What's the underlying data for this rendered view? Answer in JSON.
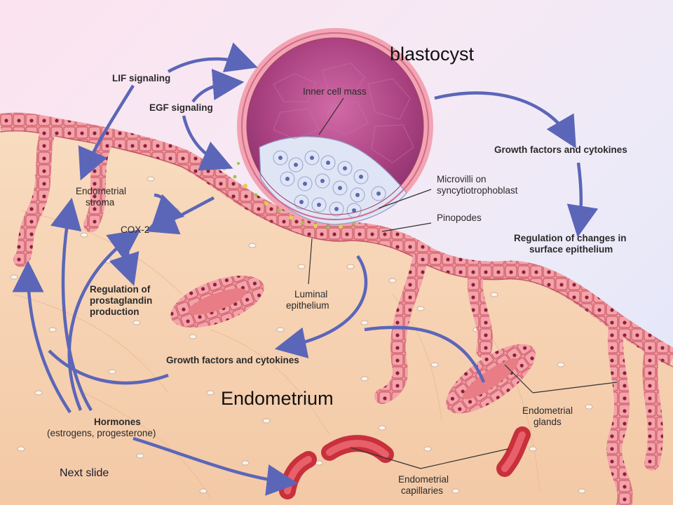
{
  "slide": {
    "title_blastocyst": "blastocyst",
    "title_endometrium": "Endometrium",
    "next_link": "Next slide"
  },
  "labels": {
    "lif": "LIF signaling",
    "egf": "EGF signaling",
    "inner_cell_mass": "Inner cell mass",
    "gf_top": "Growth factors and cytokines",
    "microvilli_1": "Microvilli on",
    "microvilli_2": "syncytiotrophoblast",
    "pinopodes": "Pinopodes",
    "reg_surface_1": "Regulation of changes in",
    "reg_surface_2": "surface epithelium",
    "endo_stroma_1": "Endometrial",
    "endo_stroma_2": "stroma",
    "cox2": "COX-2",
    "reg_prost_1": "Regulation of",
    "reg_prost_2": "prostaglandin",
    "reg_prost_3": "production",
    "luminal_1": "Luminal",
    "luminal_2": "epithelium",
    "gf_bottom": "Growth factors and cytokines",
    "hormones_1": "Hormones",
    "hormones_2": "(estrogens, progesterone)",
    "glands_1": "Endometrial",
    "glands_2": "glands",
    "capillaries_1": "Endometrial",
    "capillaries_2": "capillaries"
  },
  "colors": {
    "tissue": "#f7d3b4",
    "epithelium": "#e9808a",
    "epithelium_dark": "#c64a5c",
    "blastocyst": "#b94d8f",
    "arrow": "#5b66b8",
    "capillary": "#c8303c"
  }
}
